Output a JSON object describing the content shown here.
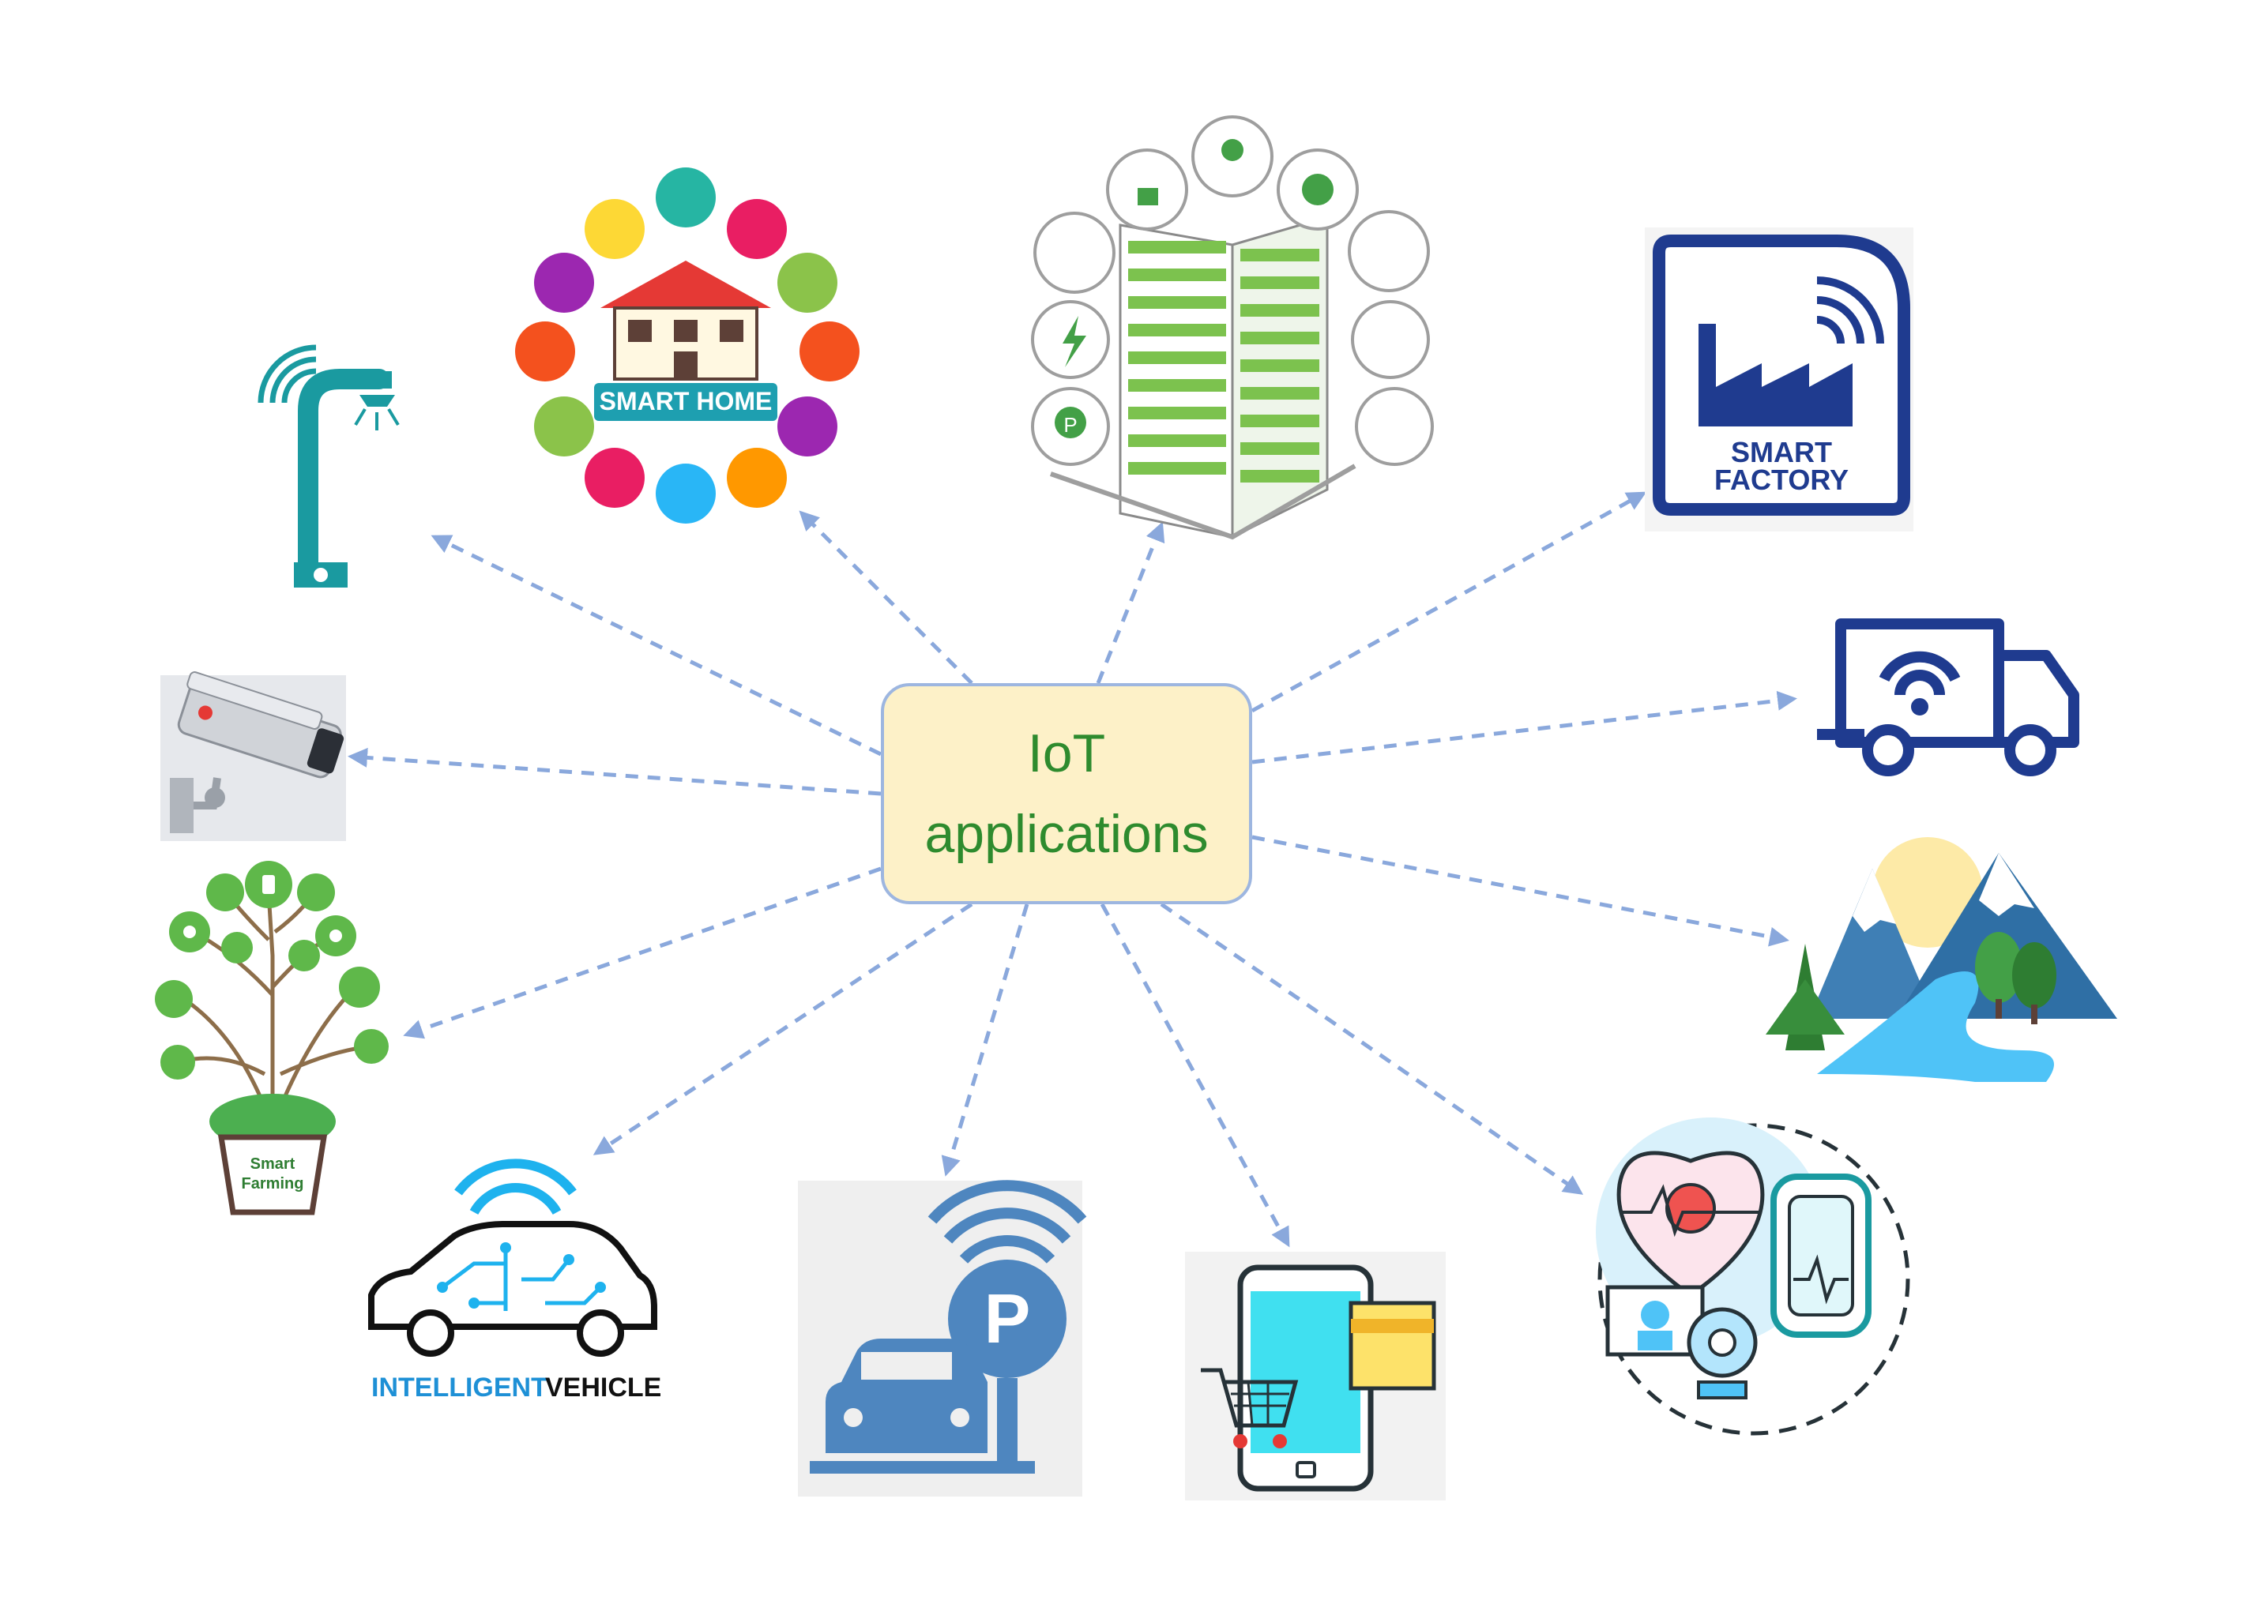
{
  "center": {
    "line1": "IoT",
    "line2": "applications"
  },
  "nodes": [
    {
      "id": "smart-streetlight",
      "icon": "streetlight-icon"
    },
    {
      "id": "smart-home",
      "icon": "smart-home-icon",
      "label": "SMART HOME"
    },
    {
      "id": "smart-building",
      "icon": "smart-building-icon"
    },
    {
      "id": "smart-factory",
      "icon": "smart-factory-icon",
      "label_line1": "SMART",
      "label_line2": "FACTORY"
    },
    {
      "id": "smart-logistics",
      "icon": "wifi-truck-icon"
    },
    {
      "id": "environment-monitoring",
      "icon": "mountain-river-icon"
    },
    {
      "id": "smart-healthcare",
      "icon": "health-monitor-icon"
    },
    {
      "id": "mobile-shopping",
      "icon": "mobile-cart-icon"
    },
    {
      "id": "smart-parking",
      "icon": "parking-icon"
    },
    {
      "id": "intelligent-vehicle",
      "icon": "connected-car-icon",
      "label_line1": "INTELLIGENT",
      "label_line2": "VEHICLE"
    },
    {
      "id": "smart-farming",
      "icon": "smart-tree-icon",
      "label_line1": "Smart",
      "label_line2": "Farming"
    },
    {
      "id": "surveillance",
      "icon": "cctv-camera-icon"
    }
  ],
  "colors": {
    "arrow": "#8aa8dc",
    "box_fill": "#fdf1c8",
    "box_border": "#9db6e0",
    "text": "#2e8b2e",
    "navy": "#1f3b8f",
    "teal": "#1a9aa0",
    "blue": "#4e86bf"
  }
}
